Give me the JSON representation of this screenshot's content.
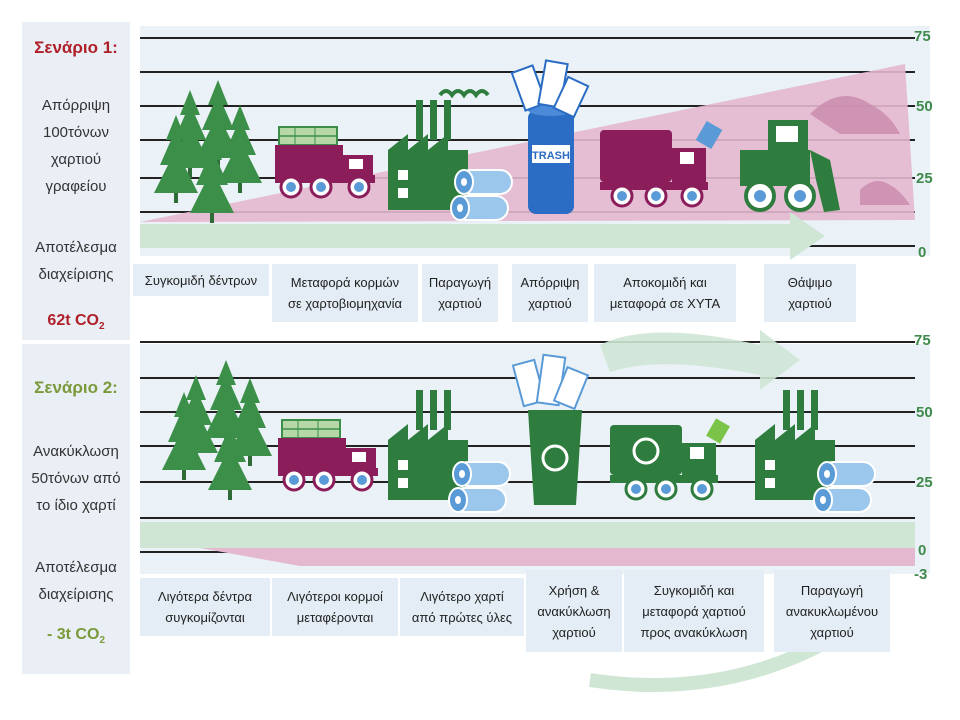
{
  "colors": {
    "dark_green": "#2e7d3e",
    "tree_green": "#3c8f48",
    "maroon": "#8b1d5a",
    "pink_band": "#e4b8cf",
    "mint_band": "#cfe6d5",
    "blue": "#5a9ad6",
    "light_blue": "#9cc7ec",
    "scenario1_red": "#b0202a",
    "scenario2_olive": "#7a9a3a"
  },
  "scenario1": {
    "title": "Σενάριο 1:",
    "description": [
      "Απόρριψη",
      "100τόνων",
      "χαρτιού",
      "γραφείου"
    ],
    "result_label": [
      "Αποτέλεσμα",
      "διαχείρισης"
    ],
    "result_value": "62t CO",
    "result_sub": "2",
    "axis_ticks": [
      "75",
      "50",
      "25",
      "0"
    ],
    "steps": [
      "Συγκομιδή δέντρων",
      "Μεταφορά κορμών\nσε χαρτοβιομηχανία",
      "Παραγωγή\nχαρτιού",
      "Απόρριψη\nχαρτιού",
      "Αποκομιδή και\nμεταφορά σε ΧΥΤΑ",
      "Θάψιμο\nχαρτιού"
    ],
    "icons": [
      "trees-icon",
      "log-truck-icon",
      "paper-factory-icon",
      "trash-bin-icon",
      "garbage-truck-icon",
      "landfill-bulldozer-icon"
    ],
    "trash_label": "TRASH"
  },
  "scenario2": {
    "title": "Σενάριο 2:",
    "description": [
      "Ανακύκλωση",
      "50τόνων από",
      "το ίδιο χαρτί"
    ],
    "result_label": [
      "Αποτέλεσμα",
      "διαχείρισης"
    ],
    "result_value": "- 3t CO",
    "result_sub": "2",
    "axis_ticks": [
      "75",
      "50",
      "25",
      "0",
      "-3"
    ],
    "steps": [
      "Λιγότερα δέντρα\nσυγκομίζονται",
      "Λιγότεροι κορμοί\nμεταφέρονται",
      "Λιγότερο χαρτί\nαπό πρώτες ύλες",
      "Χρήση &\nανακύκλωση\nχαρτιού",
      "Συγκομιδή και\nμεταφορά χαρτιού\nπρος ανακύκλωση",
      "Παραγωγή\nανακυκλωμένου\nχαρτιού"
    ],
    "icons": [
      "trees-icon",
      "log-truck-icon",
      "paper-factory-icon",
      "recycle-bin-icon",
      "recycle-truck-icon",
      "recycled-paper-factory-icon"
    ]
  }
}
